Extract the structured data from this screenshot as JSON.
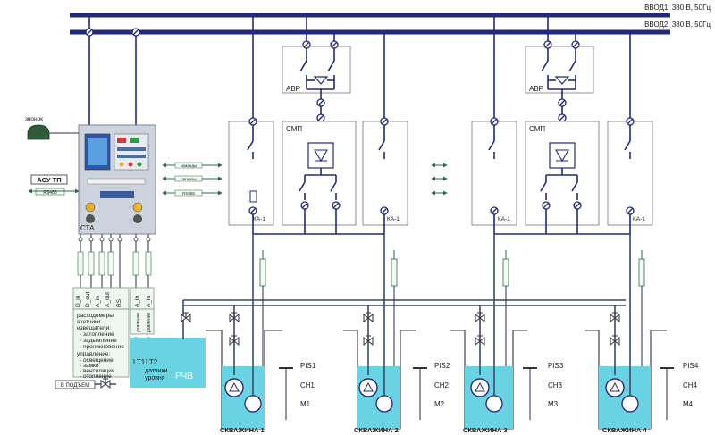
{
  "buses": {
    "input1": "ВВОД1: 380 В, 50Гц",
    "input2": "ВВОД2: 380 В, 50Гц"
  },
  "avr_label": "АВР",
  "smp_label": "СМП",
  "ka_label": "КА-1",
  "station": {
    "label": "СТА",
    "bell_label": "звонок",
    "asu_label": "АСУ ТП",
    "rs_label": "RS485"
  },
  "signals": [
    "команды",
    "сигналы",
    "RS485"
  ],
  "io_tags": [
    "D_in",
    "D_out",
    "A_in",
    "A_out",
    "RS",
    "A_in",
    "A_in"
  ],
  "meters": {
    "header_lines": [
      "расходомеры",
      "счетчики",
      "извещатели:"
    ],
    "sensors": [
      "- затопление",
      "- задымление",
      "- проникновение"
    ],
    "control_header": "управление:",
    "control_items": [
      "- освещение",
      "- замки",
      "- вентиляция",
      "- отопление"
    ]
  },
  "tank": {
    "label": "РЧВ",
    "sensor1": "LT1",
    "sensor2": "LT2",
    "caption_lines": [
      "датчики",
      "уровня"
    ],
    "pressure1": "давление",
    "pressure2": "давление"
  },
  "lift_label": "В ПОДЪЕМ",
  "wells": [
    {
      "pis": "PIS1",
      "ch": "CH1",
      "m": "M1",
      "name": "СКВАЖИНА 1"
    },
    {
      "pis": "PIS2",
      "ch": "CH2",
      "m": "M2",
      "name": "СКВАЖИНА 2"
    },
    {
      "pis": "PIS3",
      "ch": "CH3",
      "m": "M3",
      "name": "СКВАЖИНА 3"
    },
    {
      "pis": "PIS4",
      "ch": "CH4",
      "m": "M4",
      "name": "СКВАЖИНА 4"
    }
  ],
  "colors": {
    "bus": "#23287a",
    "water": "#69d3e3",
    "panel": "#c9cfd9",
    "line": "#2b2b55"
  }
}
